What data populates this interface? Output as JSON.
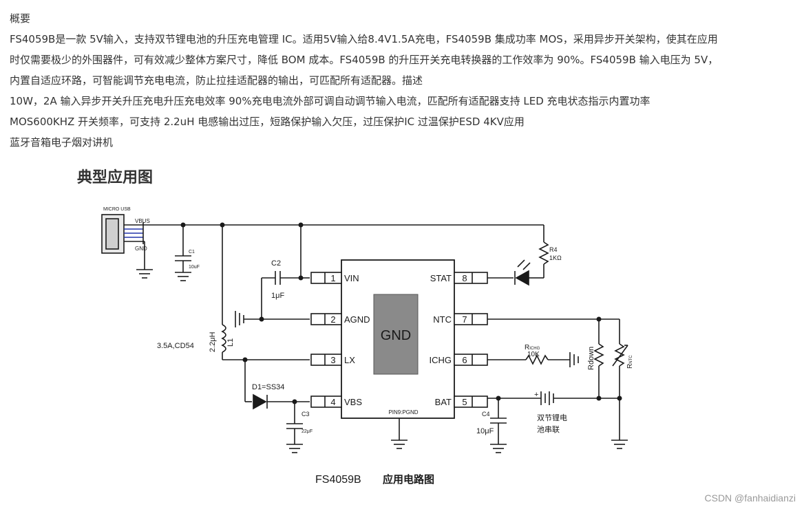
{
  "article": {
    "heading": "概要",
    "lines": [
      "FS4059B是一款 5V输入，支持双节锂电池的升压充电管理 IC。适用5V输入给8.4V1.5A充电，FS4059B 集成功率 MOS，采用异步开关架构，使其在应用",
      "时仅需要极少的外围器件，可有效减少整体方案尺寸，降低 BOM 成本。FS4059B 的升压开关充电转换器的工作效率为 90%。FS4059B 输入电压为 5V，",
      "内置自适应环路，可智能调节充电电流，防止拉挂适配器的输出，可匹配所有适配器。描述",
      "10W，2A 输入异步开关升压充电升压充电效率 90%充电电流外部可调自动调节输入电流，匹配所有适配器支持 LED 充电状态指示内置功率",
      "MOS600KHZ 开关频率，可支持 2.2uH 电感输出过压，短路保护输入欠压，过压保护IC 过温保护ESD 4KV应用",
      "蓝牙音箱电子烟对讲机"
    ]
  },
  "figure": {
    "title": "典型应用图",
    "caption_part": "FS4059B",
    "caption_desc": "应用电路图",
    "labels": {
      "micro_usb": "MICRO USB",
      "vbus": "VBUS",
      "gnd": "GND",
      "c1": "C1",
      "c1_val": "10uF",
      "c2": "C2",
      "c2_val": "1μF",
      "r4": "R4",
      "r4_val": "1KΩ",
      "l1_val": "2.2μH",
      "l1": "L1",
      "inductor_note": "3.5A,CD54",
      "d1": "D1=SS34",
      "c3": "C3",
      "c3_val": "22μF",
      "c4": "C4",
      "c4_val": "10μF",
      "richg_r": "R",
      "richg_sub": "ICHG",
      "richg_val": "10K",
      "rdown": "Rdown",
      "rntc_r": "R",
      "rntc_sub": "NTC",
      "chip_center": "GND",
      "chip_bottom": "PIN9:PGND",
      "battery_plus": "+",
      "battery_line1": "双节锂电",
      "battery_line2": "池串联"
    },
    "pins_left": [
      {
        "num": "1",
        "name": "VIN"
      },
      {
        "num": "2",
        "name": "AGND"
      },
      {
        "num": "3",
        "name": "LX"
      },
      {
        "num": "4",
        "name": "VBS"
      }
    ],
    "pins_right": [
      {
        "num": "8",
        "name": "STAT"
      },
      {
        "num": "7",
        "name": "NTC"
      },
      {
        "num": "6",
        "name": "ICHG"
      },
      {
        "num": "5",
        "name": "BAT"
      }
    ]
  },
  "watermark": "CSDN @fanhaidianzi"
}
